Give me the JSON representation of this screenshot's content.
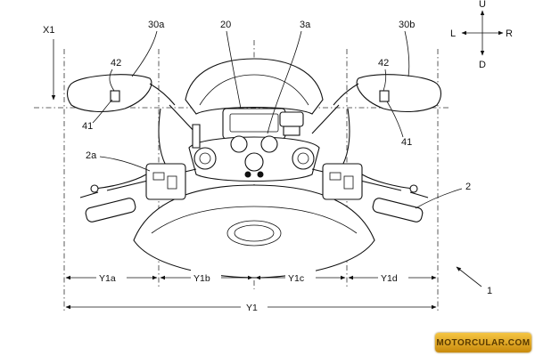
{
  "labels": {
    "x1": "X1",
    "p30a": "30a",
    "p20": "20",
    "p3a": "3a",
    "p30b": "30b",
    "p42_left": "42",
    "p42_right": "42",
    "p41_left": "41",
    "p41_right": "41",
    "p2a": "2a",
    "p2": "2",
    "p1": "1"
  },
  "compass": {
    "up": "U",
    "down": "D",
    "left": "L",
    "right": "R"
  },
  "dimensions": {
    "y1a": "Y1a",
    "y1b": "Y1b",
    "y1c": "Y1c",
    "y1d": "Y1d",
    "y1": "Y1"
  },
  "watermark": {
    "text": "MOTORCULAR.COM"
  }
}
